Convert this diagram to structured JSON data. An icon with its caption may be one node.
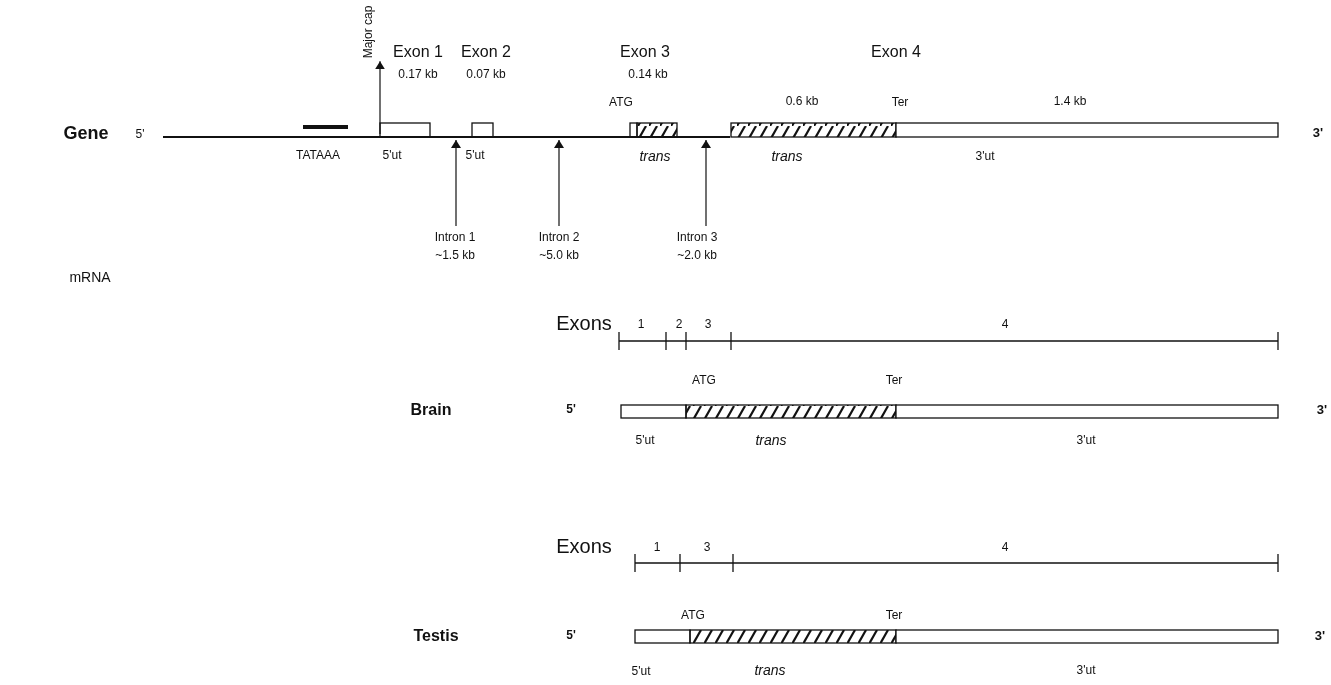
{
  "diagram": {
    "nodes": [
      {
        "text": [],
        "shape": "bar"
      },
      {
        "text": [
          "Major cap"
        ]
      },
      {
        "text": [
          "Intron 1 ~1.5 kb"
        ]
      },
      {
        "text": [
          "Intron 2 ~5.0 kb"
        ]
      },
      {
        "text": [
          "Intron 3 ~2.0 kb"
        ]
      }
    ],
    "edges": [
      {
        "from": 0,
        "to": 1,
        "arrow": "to"
      },
      {
        "from": 2,
        "to": 0,
        "arrow": "to"
      },
      {
        "from": 3,
        "to": 0,
        "arrow": "to"
      },
      {
        "from": 4,
        "to": 0,
        "arrow": "to"
      }
    ],
    "labels": [
      "Exon 1",
      "Exon 2",
      "Exon 3",
      "Exon 4",
      "0.17 kb",
      "0.07 kb",
      "0.14 kb",
      "ATG",
      "0.6 kb",
      "Ter",
      "1.4 kb",
      "Gene",
      "5'",
      "3'",
      "TATAAA",
      "5'ut",
      "5'ut",
      "trans",
      "trans",
      "3'ut",
      "mRNA",
      "Exons",
      "1",
      "2",
      "3",
      "4",
      "ATG",
      "Ter",
      "Brain",
      "5'",
      "3'",
      "5'ut",
      "trans",
      "3'ut",
      "Exons",
      "1",
      "3",
      "4",
      "ATG",
      "Ter",
      "Testis",
      "5'",
      "3'",
      "5'ut",
      "trans",
      "3'ut"
    ]
  }
}
